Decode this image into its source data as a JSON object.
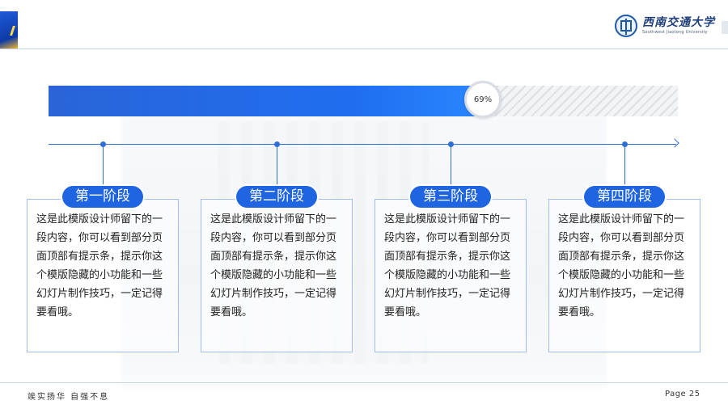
{
  "header": {
    "logo_cn": "西南交通大学",
    "logo_en": "Southwest Jiaotong University"
  },
  "progress": {
    "value": 0.69,
    "label": "69%"
  },
  "stages": [
    {
      "title": "第一阶段",
      "text": "这是此模版设计师留下的一段内容，你可以看到部分页面顶部有提示条，提示你这个模版隐藏的小功能和一些幻灯片制作技巧，一定记得要看哦。"
    },
    {
      "title": "第二阶段",
      "text": "这是此模版设计师留下的一段内容，你可以看到部分页面顶部有提示条，提示你这个模版隐藏的小功能和一些幻灯片制作技巧，一定记得要看哦。"
    },
    {
      "title": "第三阶段",
      "text": "这是此模版设计师留下的一段内容，你可以看到部分页面顶部有提示条，提示你这个模版隐藏的小功能和一些幻灯片制作技巧，一定记得要看哦。"
    },
    {
      "title": "第四阶段",
      "text": "这是此模版设计师留下的一段内容，你可以看到部分页面顶部有提示条，提示你这个模版隐藏的小功能和一些幻灯片制作技巧，一定记得要看哦。"
    }
  ],
  "footer": {
    "motto": "竢实扬华  自强不息",
    "page": "Page 25"
  },
  "colors": {
    "accent": "#1f64e0",
    "line": "#2d6fd6",
    "border": "#9ebff0"
  }
}
